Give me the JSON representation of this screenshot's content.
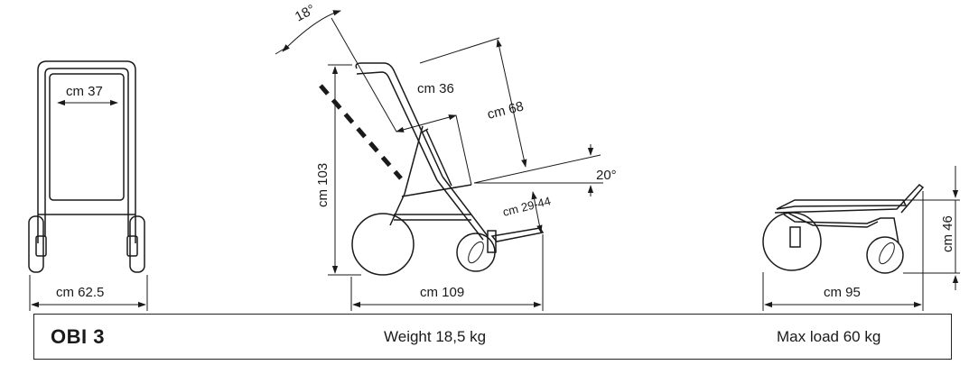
{
  "diagram": {
    "front_view": {
      "width_seat": "cm 37",
      "width_total": "cm 62.5"
    },
    "side_view": {
      "angle_back": "18°",
      "height": "cm 103",
      "depth_seat": "cm 36",
      "length_back": "cm 68",
      "angle_seat": "20°",
      "height_seat": "cm 29-44",
      "length": "cm 109"
    },
    "folded_view": {
      "height": "cm 46",
      "length": "cm 95"
    }
  },
  "footer": {
    "model": "OBI 3",
    "weight": "Weight 18,5 kg",
    "max_load": "Max load 60 kg"
  }
}
